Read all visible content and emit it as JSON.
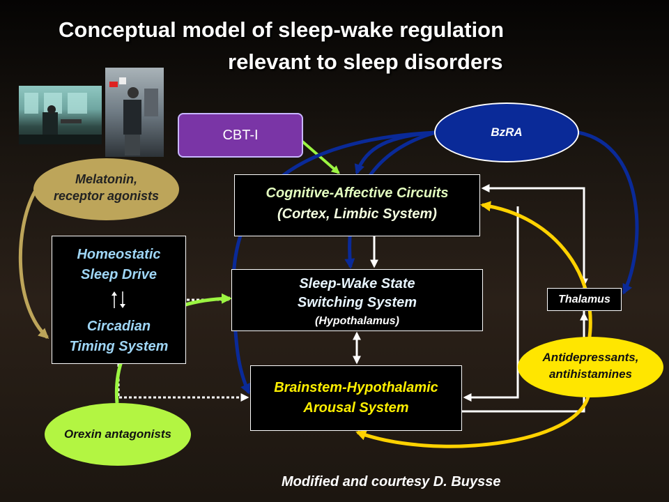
{
  "title": {
    "line1": "Conceptual model of sleep-wake regulation",
    "line2": "relevant to sleep disorders"
  },
  "boxes": {
    "cognitive": {
      "line1": "Cognitive-Affective Circuits",
      "line2": "(Cortex, Limbic System)"
    },
    "switching": {
      "line1": "Sleep-Wake State",
      "line2": "Switching System",
      "line3": "(Hypothalamus)"
    },
    "arousal": {
      "line1": "Brainstem-Hypothalamic",
      "line2": "Arousal System"
    },
    "homeostatic": {
      "line1": "Homeostatic",
      "line2": "Sleep Drive",
      "line3": "Circadian",
      "line4": "Timing System"
    },
    "thalamus": "Thalamus"
  },
  "interventions": {
    "cbti": "CBT-I",
    "bzra": "BzRA",
    "melatonin": {
      "line1": "Melatonin,",
      "line2": "receptor agonists"
    },
    "orexin": "Orexin antagonists",
    "antidepressants": {
      "line1": "Antidepressants,",
      "line2": "antihistamines"
    }
  },
  "credit": "Modified and courtesy D. Buysse",
  "colors": {
    "bzra": "#0a2a98",
    "cbti": "#7a35a6",
    "melatonin": "#bda55a",
    "orexin": "#b3f542",
    "antidepressants": "#ffe600",
    "arousal_text": "#fff000",
    "homeostatic_text": "#9fd6f6"
  }
}
